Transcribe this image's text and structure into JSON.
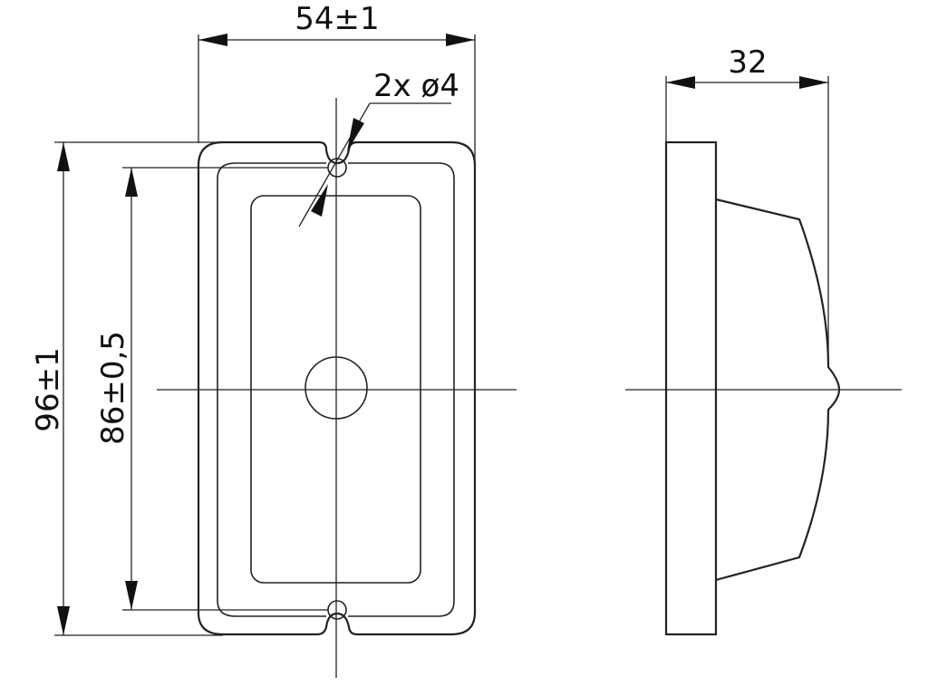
{
  "front_view": {
    "width_label": "54±1",
    "height_outer_label": "96±1",
    "hole_spacing_label": "86±0,5",
    "hole_callout_label": "2x ø4"
  },
  "side_view": {
    "depth_label": "32"
  },
  "colors": {
    "line": "#222222",
    "background": "#ffffff"
  }
}
